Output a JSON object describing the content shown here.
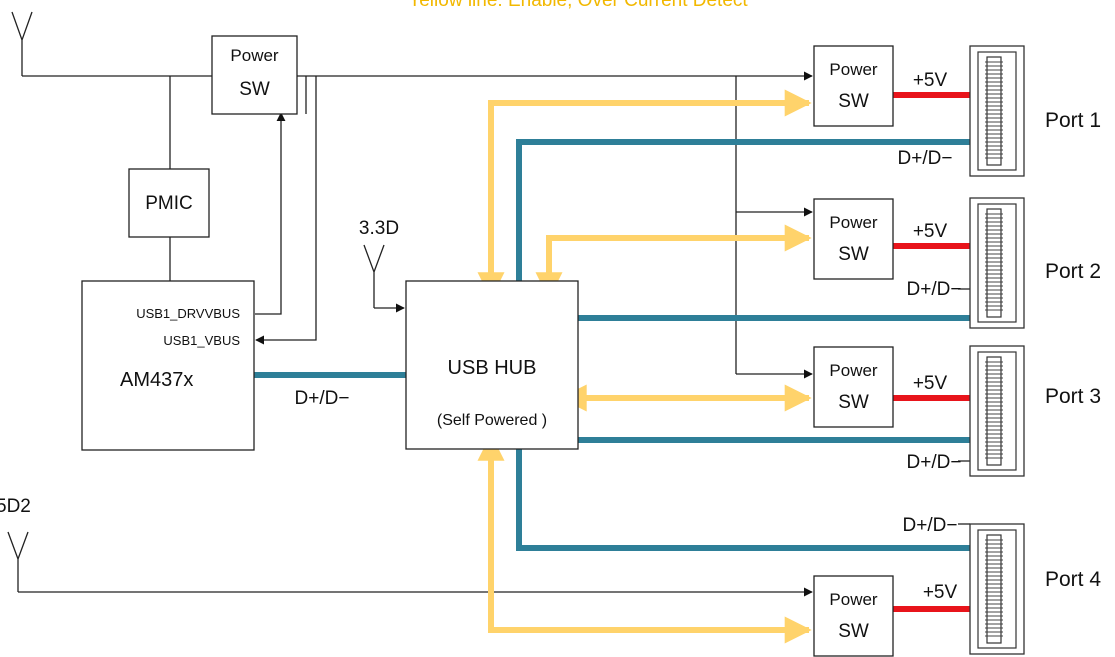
{
  "title": "Yellow line: Enable, Over Current Detect",
  "colors": {
    "enable_line": "#FFD36B",
    "data_line": "#2E7F98",
    "power_line": "#E8141B",
    "title_color": "#F2B800"
  },
  "supplies": {
    "hub": "3.3D",
    "bottom": "5D2"
  },
  "blocks": {
    "power_sw_top": [
      "Power",
      "SW"
    ],
    "pmic": "PMIC",
    "soc_name": "AM437x",
    "soc_pin_drvvbus": "USB1_DRVVBUS",
    "soc_pin_vbus": "USB1_VBUS",
    "hub_name": "USB HUB",
    "hub_sub": "(Self Powered )",
    "soc_hub_link": "D+/D−"
  },
  "ports": [
    {
      "label": "Port 1",
      "switch": [
        "Power",
        "SW"
      ],
      "power": "+5V",
      "data": "D+/D−"
    },
    {
      "label": "Port 2",
      "switch": [
        "Power",
        "SW"
      ],
      "power": "+5V",
      "data": "D+/D−"
    },
    {
      "label": "Port 3",
      "switch": [
        "Power",
        "SW"
      ],
      "power": "+5V",
      "data": "D+/D−"
    },
    {
      "label": "Port 4",
      "switch": [
        "Power",
        "SW"
      ],
      "power": "+5V",
      "data": "D+/D−"
    }
  ]
}
